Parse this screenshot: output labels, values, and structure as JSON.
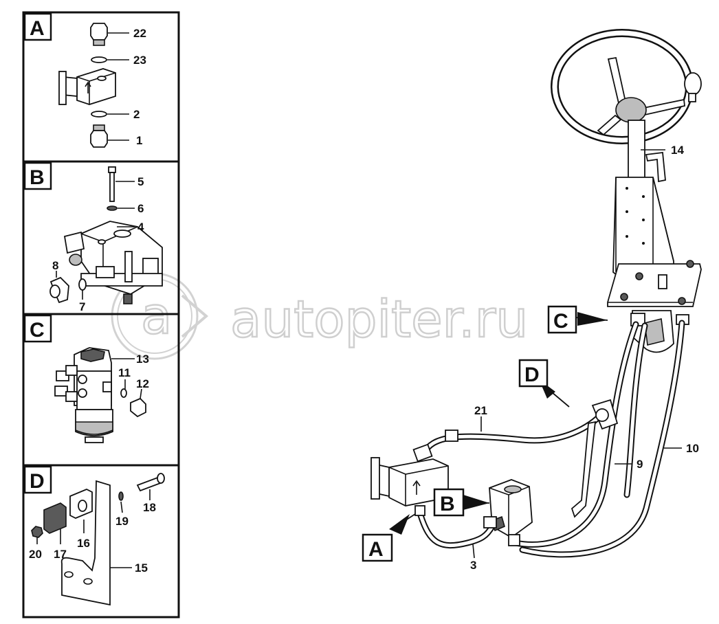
{
  "watermark": "autopiter.ru",
  "panels": [
    {
      "letter": "A",
      "callouts": [
        "22",
        "23",
        "2",
        "1"
      ]
    },
    {
      "letter": "B",
      "callouts": [
        "5",
        "6",
        "4",
        "8",
        "7"
      ]
    },
    {
      "letter": "C",
      "callouts": [
        "13",
        "11",
        "12"
      ]
    },
    {
      "letter": "D",
      "callouts": [
        "18",
        "19",
        "16",
        "20",
        "17",
        "15"
      ]
    }
  ],
  "main": {
    "callouts": [
      "14",
      "21",
      "10",
      "9",
      "3"
    ],
    "view_markers": [
      "C",
      "D",
      "B",
      "A"
    ]
  }
}
